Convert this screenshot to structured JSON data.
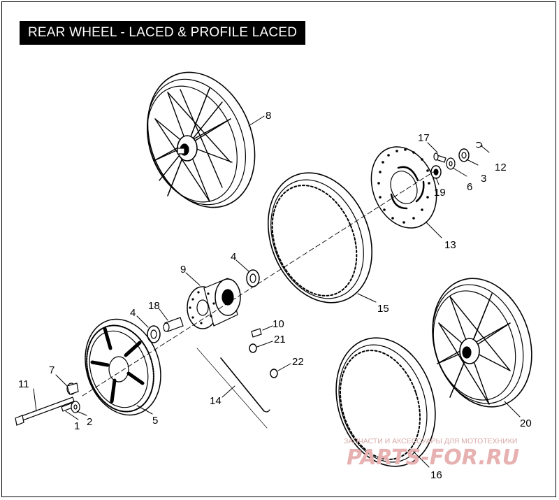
{
  "title": "REAR WHEEL - LACED & PROFILE LACED",
  "callouts": {
    "c1": "1",
    "c2": "2",
    "c3": "3",
    "c4a": "4",
    "c4b": "4",
    "c5": "5",
    "c6": "6",
    "c7": "7",
    "c8": "8",
    "c9": "9",
    "c10": "10",
    "c11": "11",
    "c12": "12",
    "c13": "13",
    "c14": "14",
    "c15": "15",
    "c16": "16",
    "c17": "17",
    "c18": "18",
    "c19": "19",
    "c20": "20",
    "c21": "21",
    "c22": "22"
  },
  "watermark": {
    "tagline": "ЗАПЧАСТИ И АКСЕССУАРЫ ДЛЯ МОТОТЕХНИКИ",
    "logo": "PARTS-FOR.RU"
  },
  "colors": {
    "line": "#000000",
    "title_bg": "#000000",
    "title_fg": "#ffffff",
    "watermark": "#e7b1b1"
  }
}
